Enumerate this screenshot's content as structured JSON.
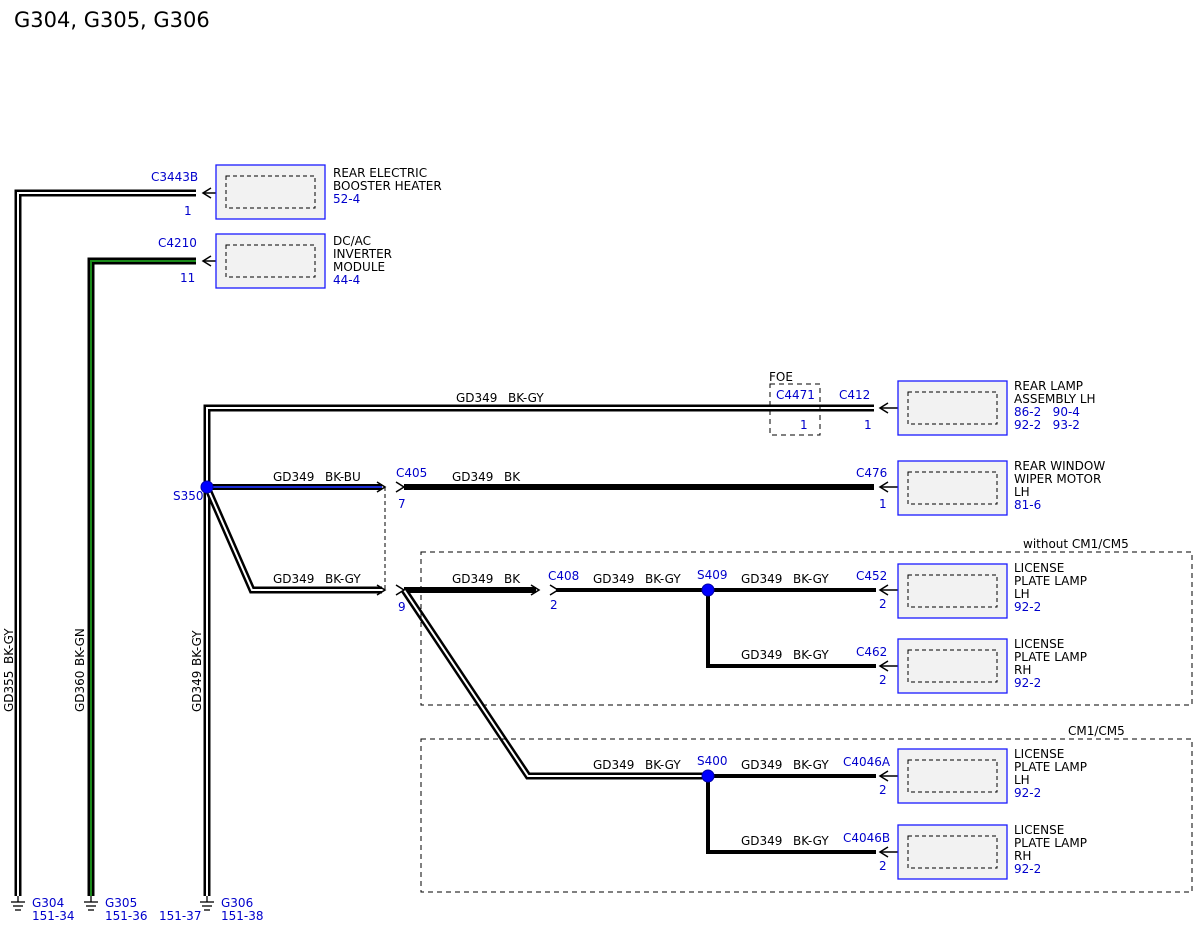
{
  "title": "G304, G305, G306",
  "colors": {
    "wire_black": "#000000",
    "wire_white": "#ffffff",
    "wire_green": "#1a8a1a",
    "wire_blue": "#1a2bd6",
    "label_blue": "#0000cc",
    "splice": "#0000ff"
  },
  "grounds": [
    {
      "id": "G304",
      "refs": "151-34",
      "wire": "GD355",
      "color": "BK-GY"
    },
    {
      "id": "G305",
      "refs": "151-36   151-37",
      "wire": "GD360",
      "color": "BK-GN"
    },
    {
      "id": "G306",
      "refs": "151-38",
      "wire": "GD349",
      "color": "BK-GY"
    }
  ],
  "components": {
    "booster_heater": {
      "name": [
        "REAR ELECTRIC",
        "BOOSTER HEATER"
      ],
      "ref": "52-4",
      "connector": "C3443B",
      "pin": "1"
    },
    "inverter": {
      "name": [
        "DC/AC",
        "INVERTER",
        "MODULE"
      ],
      "ref": "44-4",
      "connector": "C4210",
      "pin": "11"
    },
    "rear_lamp_lh": {
      "name": [
        "REAR LAMP",
        "ASSEMBLY LH"
      ],
      "ref": "86-2   90-4",
      "ref2": "92-2   93-2",
      "connector": "C412",
      "pin": "1"
    },
    "wiper_motor": {
      "name": [
        "REAR WINDOW",
        "WIPER MOTOR",
        "LH"
      ],
      "ref": "81-6",
      "connector": "C476",
      "pin": "1"
    },
    "lp_lh_a": {
      "name": [
        "LICENSE",
        "PLATE LAMP",
        "LH"
      ],
      "ref": "92-2",
      "connector": "C452",
      "pin": "2"
    },
    "lp_rh_a": {
      "name": [
        "LICENSE",
        "PLATE LAMP",
        "RH"
      ],
      "ref": "92-2",
      "connector": "C462",
      "pin": "2"
    },
    "lp_lh_b": {
      "name": [
        "LICENSE",
        "PLATE LAMP",
        "LH"
      ],
      "ref": "92-2",
      "connector": "C4046A",
      "pin": "2"
    },
    "lp_rh_b": {
      "name": [
        "LICENSE",
        "PLATE LAMP",
        "RH"
      ],
      "ref": "92-2",
      "connector": "C4046B",
      "pin": "2"
    }
  },
  "inline": {
    "foe": {
      "label": "FOE",
      "connector": "C4471",
      "pin": "1"
    },
    "c405": {
      "connector": "C405",
      "pin": "7"
    },
    "c405b": {
      "pin": "9"
    },
    "c408": {
      "connector": "C408",
      "pin": "2"
    }
  },
  "splices": {
    "s350": "S350",
    "s409": "S409",
    "s400": "S400"
  },
  "options": {
    "without": "without CM1/CM5",
    "with": "CM1/CM5"
  },
  "wires": {
    "top": {
      "circuit": "GD349",
      "color": "BK-GY"
    },
    "s350_c405": {
      "circuit": "GD349",
      "color": "BK-BU"
    },
    "c405_c476": {
      "circuit": "GD349",
      "color": "BK"
    },
    "s350_c405b": {
      "circuit": "GD349",
      "color": "BK-GY"
    },
    "c405b_c408": {
      "circuit": "GD349",
      "color": "BK"
    },
    "c408_s409": {
      "circuit": "GD349",
      "color": "BK-GY"
    },
    "s409_c452": {
      "circuit": "GD349",
      "color": "BK-GY"
    },
    "s409_c462": {
      "circuit": "GD349",
      "color": "BK-GY"
    },
    "to_s400": {
      "circuit": "GD349",
      "color": "BK-GY"
    },
    "s400_c4046a": {
      "circuit": "GD349",
      "color": "BK-GY"
    },
    "s400_c4046b": {
      "circuit": "GD349",
      "color": "BK-GY"
    }
  }
}
